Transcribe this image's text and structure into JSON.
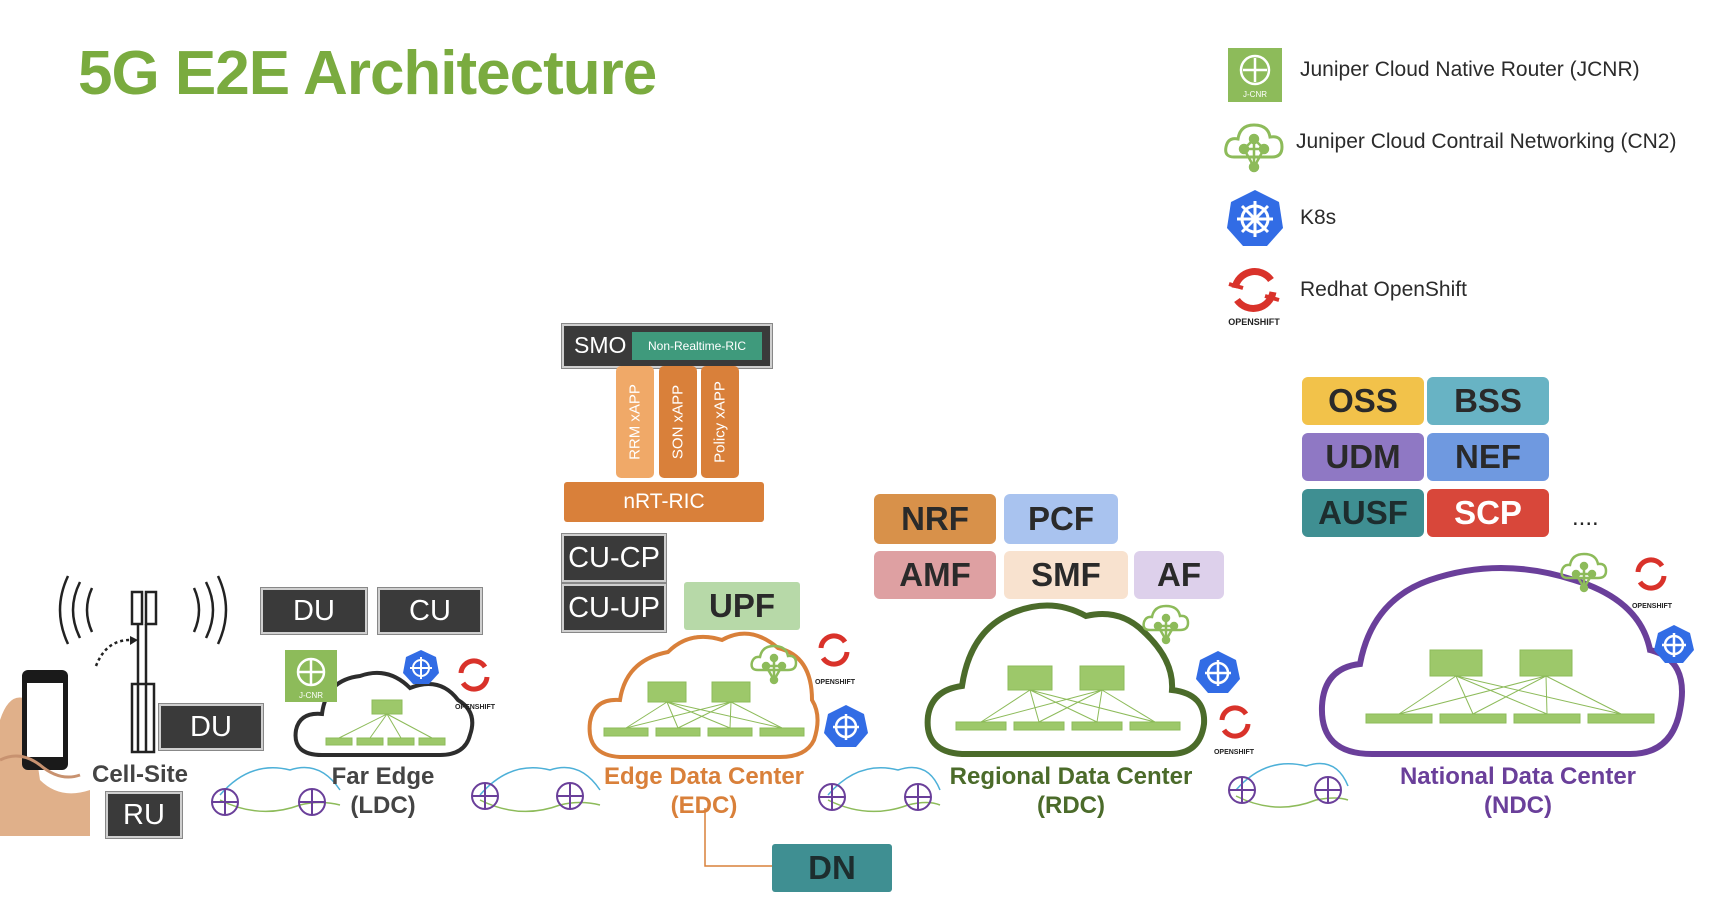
{
  "title": "5G E2E Architecture",
  "legend": [
    {
      "icon": "jcnr-icon",
      "label": "Juniper Cloud Native Router (JCNR)",
      "badge": "J-CNR"
    },
    {
      "icon": "cn2-icon",
      "label": "Juniper Cloud  Contrail Networking (CN2)"
    },
    {
      "icon": "k8s-icon",
      "label": "K8s"
    },
    {
      "icon": "openshift-icon",
      "label": "Redhat OpenShift",
      "badge": "OPENSHIFT"
    }
  ],
  "ric": {
    "smo": "SMO",
    "non_rt_ric": "Non-Realtime-RIC",
    "xapps": [
      "RRM xAPP",
      "SON xAPP",
      "Policy xAPP"
    ],
    "nrt_ric": "nRT-RIC"
  },
  "boxes": {
    "cu_cp": "CU-CP",
    "cu_up": "CU-UP",
    "upf": "UPF",
    "du_far": "DU",
    "cu_far": "CU",
    "du_cell": "DU",
    "ru": "RU",
    "dn": "DN"
  },
  "rdc_functions": [
    "NRF",
    "PCF",
    "AMF",
    "SMF",
    "AF"
  ],
  "ndc_functions": [
    "OSS",
    "BSS",
    "UDM",
    "NEF",
    "AUSF",
    "SCP"
  ],
  "ellipsis": "....",
  "sites": {
    "cell_site": "Cell-Site",
    "far_edge": [
      "Far Edge",
      "(LDC)"
    ],
    "edc": [
      "Edge Data Center",
      "(EDC)"
    ],
    "rdc": [
      "Regional Data Center",
      "(RDC)"
    ],
    "ndc": [
      "National Data Center",
      "(NDC)"
    ]
  },
  "openshift_badge": "OPENSHIFT",
  "jcnr_badge": "J-CNR",
  "colors": {
    "title": "#7aab3f",
    "edc": "#d9803a",
    "rdc": "#4b6b2a",
    "ndc": "#6a3f9a",
    "teal": "#3f8f92",
    "openshift": "#d9322a",
    "k8s": "#326ce5",
    "green_icon": "#8dbb5a"
  }
}
